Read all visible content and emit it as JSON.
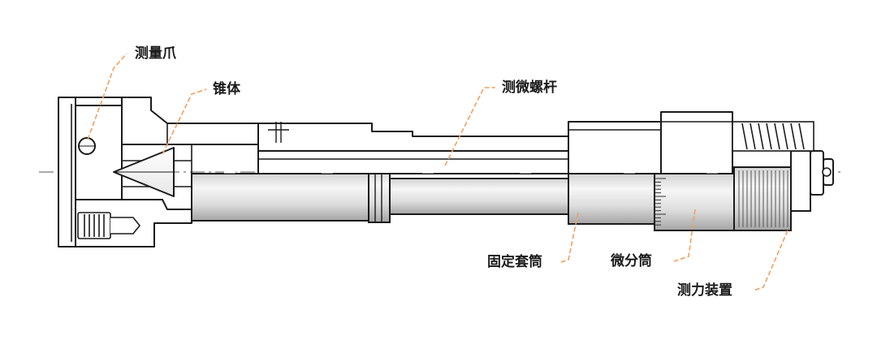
{
  "callouts": {
    "measuring_claw": "测量爪",
    "cone": "锥体",
    "micrometer_screw": "测微螺杆",
    "fixed_sleeve": "固定套筒",
    "thimble": "微分筒",
    "ratchet": "测力装置"
  },
  "colors": {
    "outline": "#1a1a1a",
    "leader": "#f0a060",
    "centerline": "#555555",
    "shaft_light": "#f4f4f4",
    "shaft_dark": "#a8a8a8"
  }
}
